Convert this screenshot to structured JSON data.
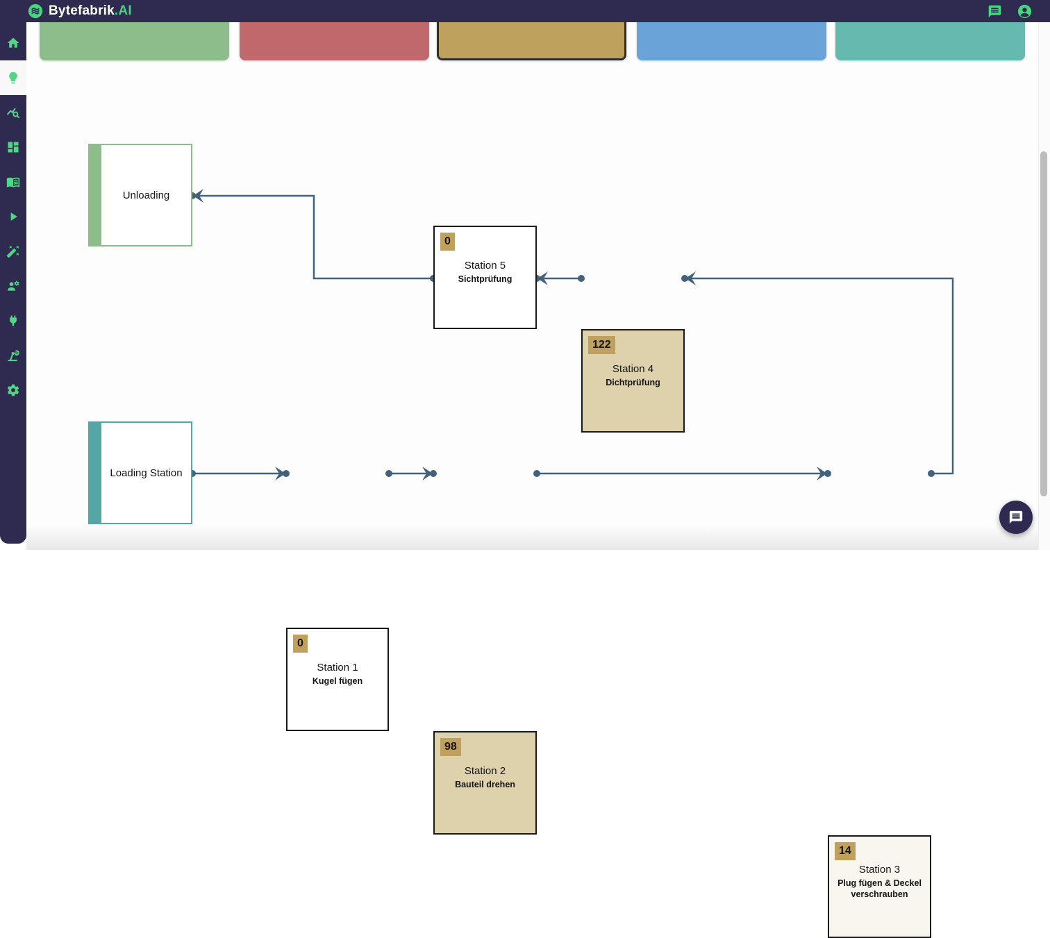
{
  "header": {
    "brand": {
      "name": "Bytefabrik",
      "suffix": ".AI"
    },
    "actions": {
      "chat_icon": "chat-icon",
      "account_icon": "account-icon"
    },
    "background": "#2f2b50",
    "accent_green": "#45d67f"
  },
  "sidebar": {
    "active_index": 1,
    "icon_color": "#52d685",
    "items": [
      {
        "icon": "home-icon"
      },
      {
        "icon": "lightbulb-icon"
      },
      {
        "icon": "analytics-icon"
      },
      {
        "icon": "dashboard-icon"
      },
      {
        "icon": "book-icon"
      },
      {
        "icon": "play-icon"
      },
      {
        "icon": "magic-wand-icon"
      },
      {
        "icon": "engineer-icon"
      },
      {
        "icon": "plug-icon"
      },
      {
        "icon": "robot-arm-icon"
      },
      {
        "icon": "settings-icon"
      }
    ]
  },
  "cards": {
    "items": [
      {
        "color": "#8cbd8a",
        "selected": false
      },
      {
        "color": "#c1686c",
        "selected": false
      },
      {
        "color": "#bfa15e",
        "selected": true
      },
      {
        "color": "#6aa3d8",
        "selected": false
      },
      {
        "color": "#65b9ae",
        "selected": false
      }
    ]
  },
  "diagram": {
    "edge_color": "#44617c",
    "badge_color": "#bfa05c",
    "nodes": [
      {
        "id": "unloading",
        "label": "Unloading",
        "accent": "#8cbd8a"
      },
      {
        "id": "loading-station",
        "label": "Loading Station",
        "accent": "#55a7a7"
      },
      {
        "id": "station-1",
        "title": "Station 1",
        "subtitle": "Kugel fügen",
        "badge": "0",
        "fill": "#ffffff"
      },
      {
        "id": "station-2",
        "title": "Station 2",
        "subtitle": "Bauteil drehen",
        "badge": "98",
        "fill": "#ded2ac"
      },
      {
        "id": "station-3",
        "title": "Station 3",
        "subtitle": "Plug fügen & Deckel verschrauben",
        "badge": "14",
        "fill": "#f8f6ef"
      },
      {
        "id": "station-4",
        "title": "Station 4",
        "subtitle": "Dichtprüfung",
        "badge": "122",
        "fill": "#ded2ac"
      },
      {
        "id": "station-5",
        "title": "Station 5",
        "subtitle": "Sichtprüfung",
        "badge": "0",
        "fill": "#ffffff"
      }
    ],
    "edges": [
      {
        "from": "loading-station",
        "to": "station-1"
      },
      {
        "from": "station-1",
        "to": "station-2"
      },
      {
        "from": "station-2",
        "to": "station-3"
      },
      {
        "from": "station-3",
        "to": "station-4"
      },
      {
        "from": "station-4",
        "to": "station-5"
      },
      {
        "from": "station-5",
        "to": "unloading"
      }
    ]
  },
  "fab": {
    "icon": "chat-icon"
  }
}
